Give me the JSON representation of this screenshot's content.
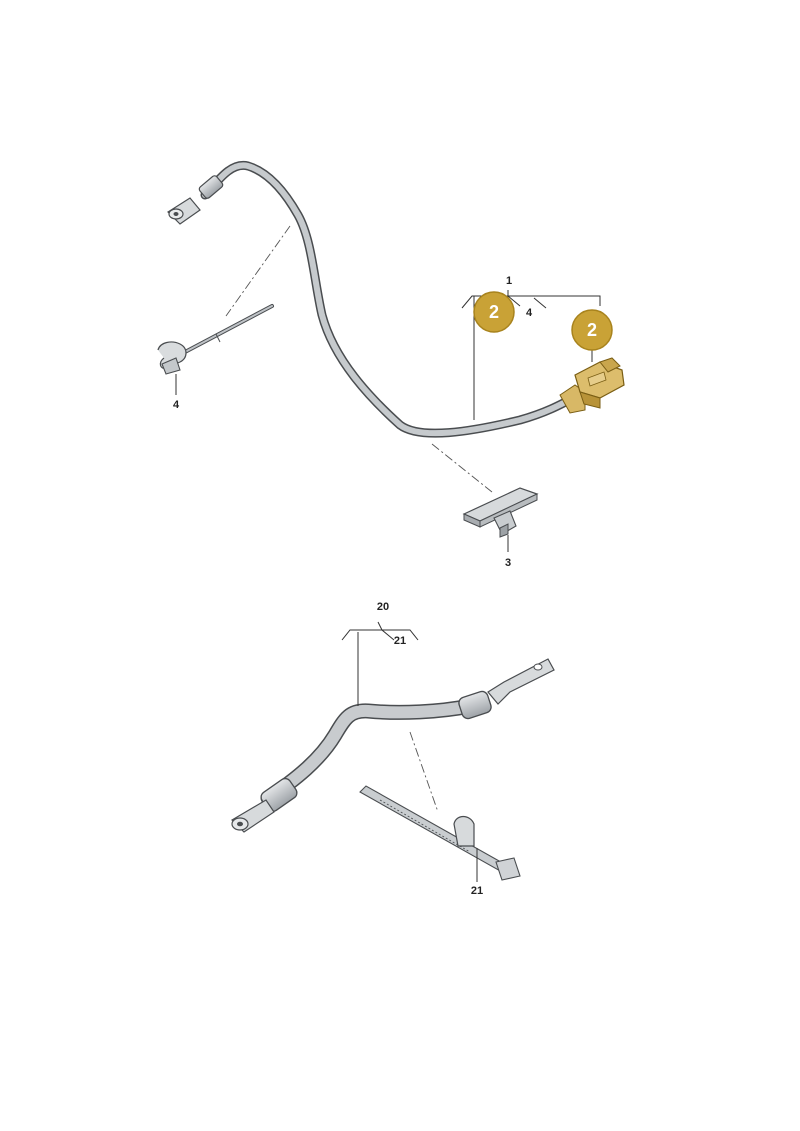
{
  "callouts": {
    "c1": "1",
    "c3": "3",
    "c4_upper": "4",
    "c4_left": "4",
    "c20": "20",
    "c21_upper": "21",
    "c21_lower": "21"
  },
  "badges": {
    "b2_left": "2",
    "b2_right": "2"
  },
  "colors": {
    "badge_fill": "#c9a236",
    "badge_stroke": "#a8831d",
    "highlight_part": "#d8b866",
    "cable": "#bfc3c7",
    "cable_outline": "#4a4d50"
  }
}
